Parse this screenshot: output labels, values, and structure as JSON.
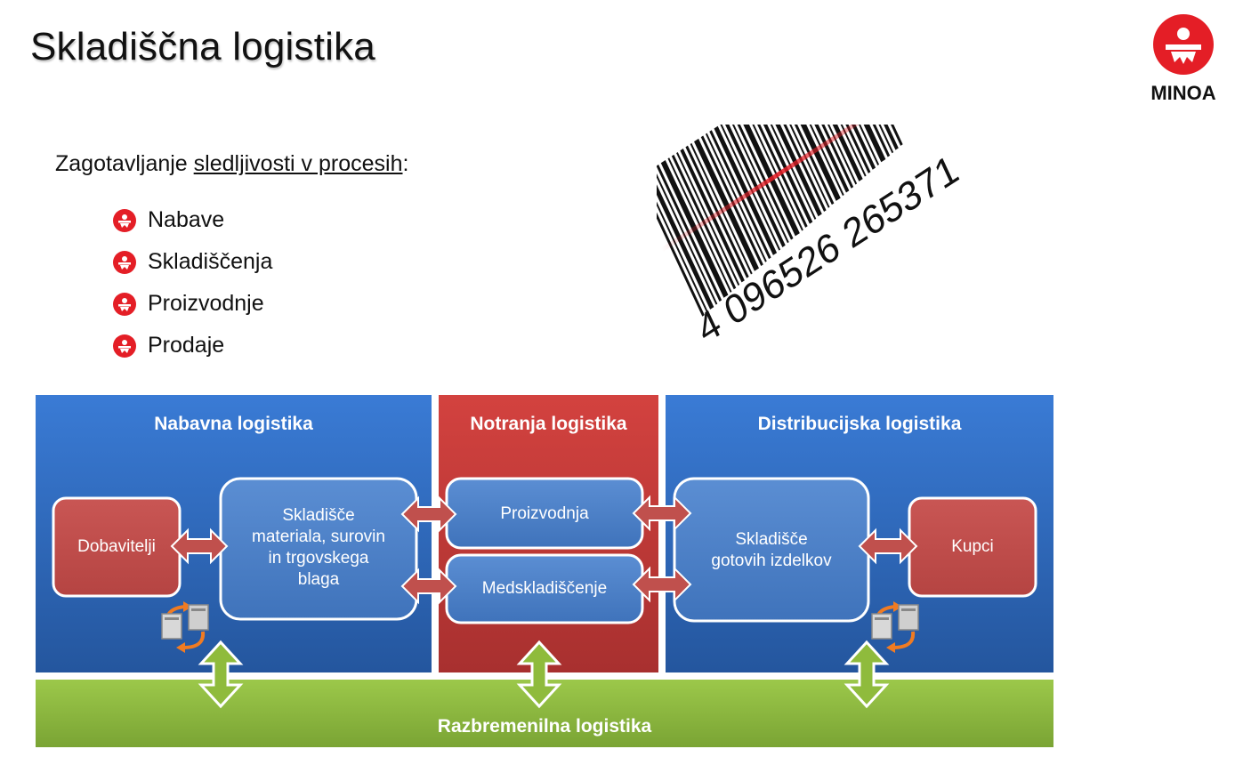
{
  "slide": {
    "title": "Skladiščna logistika",
    "intro_prefix": "Zagotavljanje ",
    "intro_link": "sledljivosti v procesih",
    "intro_suffix": ":",
    "bullets": [
      "Nabave",
      "Skladiščenja",
      "Proizvodnje",
      "Prodaje"
    ]
  },
  "logo": {
    "text": "MINOA",
    "color": "#e41e26"
  },
  "barcode": {
    "digits": "4 096526 265371"
  },
  "diagram": {
    "zones": {
      "left": "Nabavna logistika",
      "middle": "Notranja logistika",
      "right": "Distribucijska logistika",
      "bottom": "Razbremenilna logistika"
    },
    "boxes": {
      "suppliers": "Dobavitelji",
      "material_warehouse": [
        "Skladišče",
        "materiala, surovin",
        "in trgovskega",
        "blaga"
      ],
      "production": "Proizvodnja",
      "interwarehouse": "Medskladiščenje",
      "finished_goods": [
        "Skladišče",
        "gotovih izdelkov"
      ],
      "customers": "Kupci"
    },
    "colors": {
      "blue": "#2e6bc0",
      "red": "#c0393a",
      "green": "#8fbb3c",
      "box_red": "#c0504d",
      "box_blue": "#4a7ebb"
    }
  }
}
